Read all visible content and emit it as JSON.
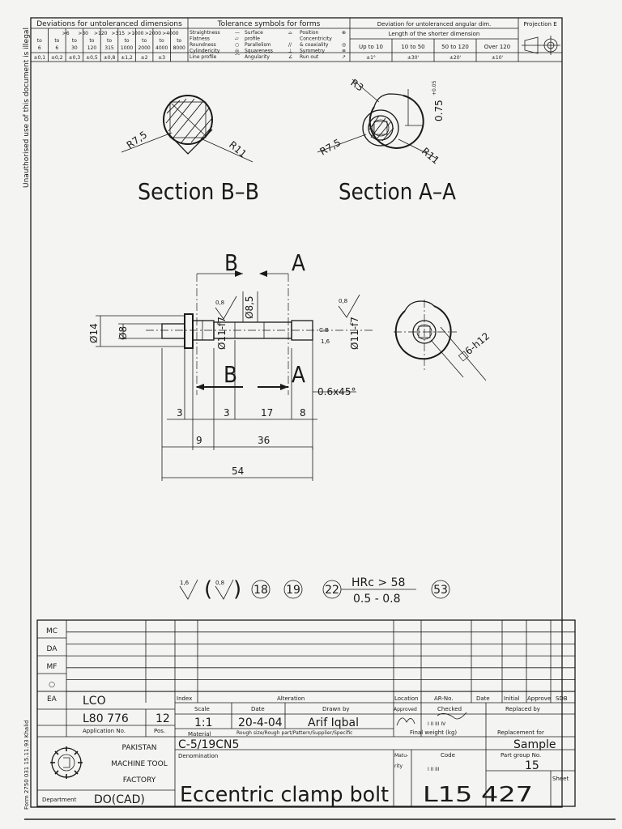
{
  "side_notice": "Unauthorised use of this document is illegal",
  "side_form": "Form 2750 031 15.11.93 Khalid",
  "tolerance_table": {
    "title": "Deviations for untoleranced dimensions",
    "ranges_from": [
      ">6",
      ">30",
      ">120",
      ">315",
      ">1000",
      ">2000",
      ">4000"
    ],
    "ranges_to_label": [
      "to",
      "to",
      "to",
      "to",
      "to",
      "to",
      "to",
      "to"
    ],
    "ranges_upper": [
      "6",
      "30",
      "120",
      "315",
      "1000",
      "2000",
      "4000",
      "8000"
    ],
    "first_col": [
      "to",
      "6"
    ],
    "deviations": [
      "±0,1",
      "±0,2",
      "±0,3",
      "±0,5",
      "±0,8",
      "±1,2",
      "±2",
      "±3"
    ]
  },
  "symbols_table": {
    "title": "Tolerance symbols for forms",
    "col1": [
      "Straightness",
      "Flatness",
      "Roundness",
      "Cylindericity",
      "Line profile"
    ],
    "col2": [
      "Surface",
      "profile",
      "Parallelism",
      "Squareness",
      "Angularity"
    ],
    "col3": [
      "Position",
      "Concentricity",
      "& coaxiality",
      "Symmetry",
      "Run out"
    ]
  },
  "angular_table": {
    "title": "Deviation for untoleranced angular dim.",
    "subtitle": "Length of the shorter dimension",
    "headers": [
      "Up to 10",
      "10 to 50",
      "50 to 120",
      "Over 120"
    ],
    "values": [
      "±1°",
      "±30'",
      "±20'",
      "±10'"
    ]
  },
  "projection_label": "Projection E",
  "sections": {
    "b_title": "Section B–B",
    "a_title": "Section A–A",
    "r75": "R7,5",
    "r11": "R11",
    "r3": "R3",
    "depth": "0.75",
    "depth_tol": "+0.05\n0"
  },
  "main_view": {
    "cut_b": "B",
    "cut_a": "A",
    "roughness_1": "0,8",
    "roughness_2": "0,8",
    "dia_85": "Ø8,5",
    "dia_14": "Ø14",
    "dia_8": "Ø8",
    "dia_11_left": "Ø11-f7",
    "dia_11_right": "Ø11-f7",
    "cb_label": "C.B",
    "cb_val": "1,6",
    "chamfer": "0.6x45°",
    "dim_3a": "3",
    "dim_3b": "3",
    "dim_17": "17",
    "dim_8": "8",
    "dim_9": "9",
    "dim_36": "36",
    "dim_54": "54",
    "square": "□6-h12"
  },
  "notes": {
    "rough_main": "1,6",
    "rough_paren": "0,8",
    "ref_18": "18",
    "ref_19": "19",
    "ref_22": "22",
    "hrc": "HRc > 58",
    "depth_range": "0.5 - 0.8",
    "ref_53": "53"
  },
  "title_block": {
    "dept_codes": [
      "MC",
      "DA",
      "MF",
      "○",
      "EA"
    ],
    "lco": "LCO",
    "application_no": "L80 776",
    "position": "12",
    "application_label": "Application No.",
    "pos_label": "Pos.",
    "company_lines": [
      "PAKISTAN",
      "MACHINE TOOL",
      "FACTORY"
    ],
    "department_label": "Department",
    "department": "DO(CAD)",
    "index_label": "Index",
    "alteration_label": "Alteration",
    "location_label": "Location",
    "ar_no_label": "AR-No.",
    "date_col_label": "Date",
    "initial_label": "Initial",
    "approve_label": "Approve",
    "sdb_label": "SDB",
    "scale_label": "Scale",
    "scale": "1:1",
    "date_label": "Date",
    "date": "20-4-04",
    "drawn_label": "Drawn by",
    "drawn_by": "Arif Iqbal",
    "approved_label": "Approved",
    "checked_label": "Checked",
    "checked_marks": "I II III IV",
    "replaced_label": "Replaced by",
    "material_label": "Material",
    "rough_label": "Rough size/Rough part/Pattern/Supplier/Specific",
    "final_weight_label": "Final weight (kg)",
    "replacement_label": "Replacement for",
    "material": "C-5/19CN5",
    "replacement": "Sample",
    "denomination_label": "Denomination",
    "matu_label": "Matu-",
    "rity_label": "rity",
    "code_label": "Code",
    "code_marks": "I II III",
    "part_group_label": "Part group No.",
    "part_group": "15",
    "sheet_label": "Sheet",
    "title": "Eccentric clamp bolt",
    "drawing_no": "L15 427"
  }
}
